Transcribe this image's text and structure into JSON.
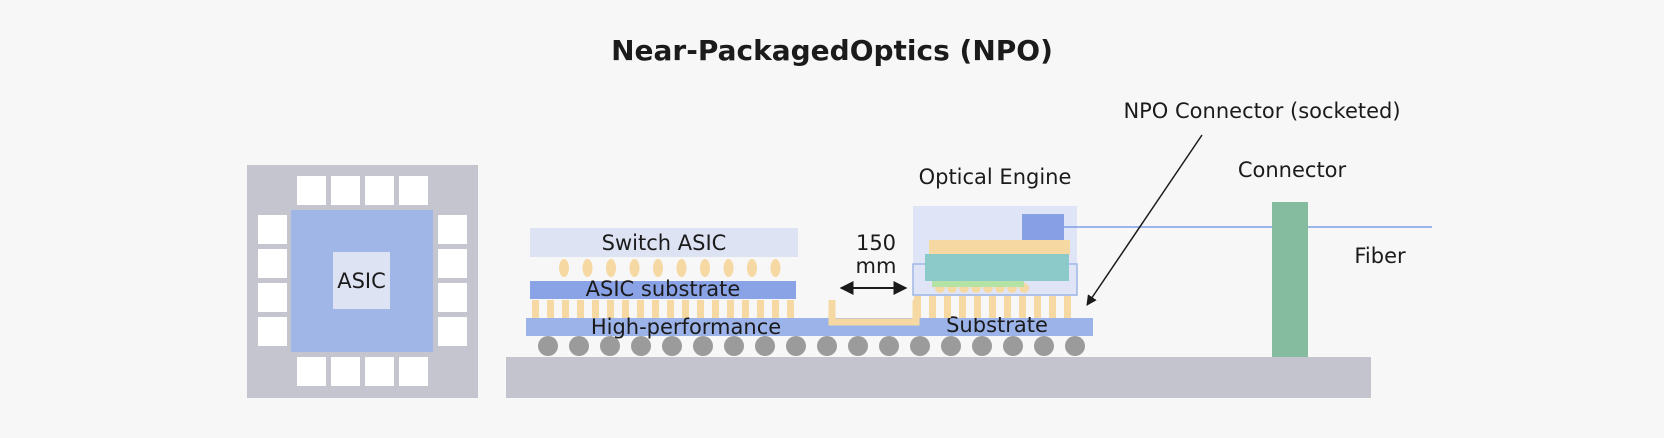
{
  "title": "Near-PackagedOptics (NPO)",
  "labels": {
    "asic": "ASIC",
    "switch_asic": "Switch ASIC",
    "asic_substrate": "ASIC substrate",
    "high_performance": "High-performance",
    "substrate": "Substrate",
    "distance_value": "150",
    "distance_unit": "mm",
    "optical_engine": "Optical Engine",
    "npo_connector": "NPO Connector (socketed)",
    "connector": "Connector",
    "fiber": "Fiber"
  },
  "colors": {
    "background": "#f7f7f7",
    "board": "#c3c4cd",
    "package": "#c4c5cf",
    "asic_die": "#9fb6e6",
    "switch_asic": "#dde3f2",
    "asic_substrate": "#8aa3e6",
    "substrate": "#9bb3e8",
    "bumps": "#f6d8a3",
    "balls": "#9b9b9b",
    "optical_engine_box": "#dfe5f6",
    "optical_top": "#879fe5",
    "teal_block": "#8cc9c9",
    "green_strip": "#b5e3a5",
    "connector": "#85bca0",
    "fiber_line": "#7f9fe6",
    "text": "#1b1b1b"
  }
}
